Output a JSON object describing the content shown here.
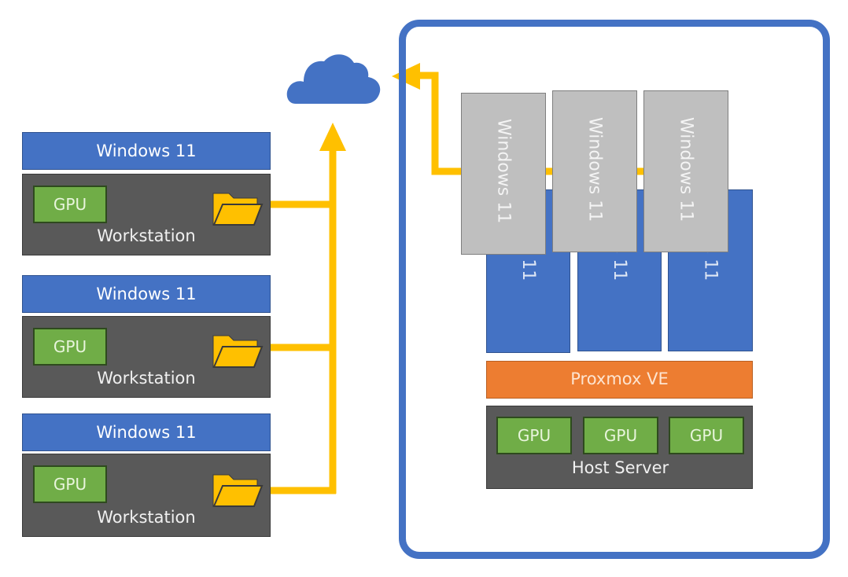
{
  "colors": {
    "os_blue": "#4472c4",
    "hardware_gray": "#595959",
    "gpu_green": "#70ad47",
    "connector_yellow": "#ffc000",
    "hypervisor_orange": "#ed7d31",
    "vm_gray": "#bfbfbf"
  },
  "cloud": {
    "icon": "cloud-icon"
  },
  "workstations": [
    {
      "os": "Windows 11",
      "gpu": "GPU",
      "label": "Workstation",
      "icon": "folder-icon"
    },
    {
      "os": "Windows 11",
      "gpu": "GPU",
      "label": "Workstation",
      "icon": "folder-icon"
    },
    {
      "os": "Windows 11",
      "gpu": "GPU",
      "label": "Workstation",
      "icon": "folder-icon"
    }
  ],
  "server": {
    "vms_front": [
      "Windows 11",
      "Windows 11",
      "Windows 11"
    ],
    "vms_back": [
      "Windows 11",
      "Windows 11",
      "Windows 11"
    ],
    "hypervisor": "Proxmox VE",
    "gpus": [
      "GPU",
      "GPU",
      "GPU"
    ],
    "host_label": "Host Server"
  }
}
